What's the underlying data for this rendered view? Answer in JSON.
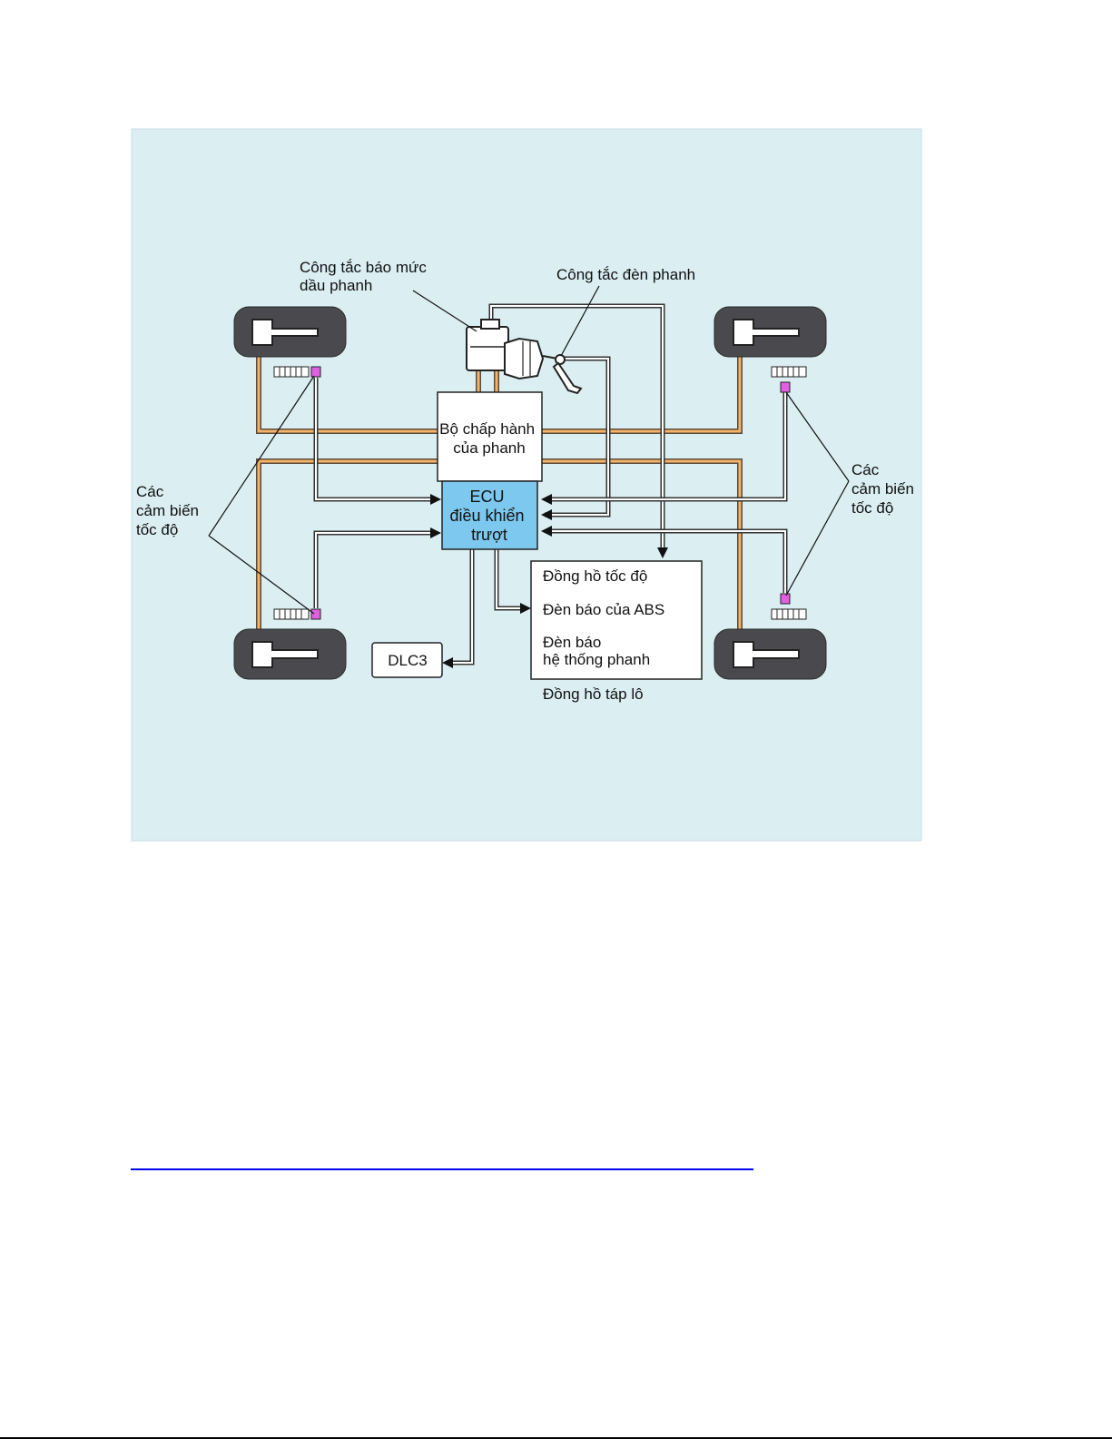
{
  "diagram": {
    "colors": {
      "background": "#dbeef2",
      "ecu": "#7cc8ee",
      "brake_line": "#f2b36b",
      "sensor": "#e060e0",
      "tire": "#4a4a4e"
    },
    "labels": {
      "fluid_level_switch": [
        "Công tắc báo mức",
        "dầu phanh"
      ],
      "stop_light_switch": "Công tắc đèn phanh",
      "actuator": [
        "Bộ chấp hành",
        "của phanh"
      ],
      "ecu": [
        "ECU",
        "điều khiển",
        "trượt"
      ],
      "speed_sensors_left": [
        "Các",
        "cảm biến",
        "tốc độ"
      ],
      "speed_sensors_right": [
        "Các",
        "cảm biến",
        "tốc độ"
      ],
      "dlc": "DLC3",
      "meter_items": [
        "Đồng hồ tốc độ",
        "Đèn báo của ABS"
      ],
      "brake_warning": [
        "Đèn báo",
        "hệ thống phanh"
      ],
      "combination_meter": "Đồng hồ táp lô"
    },
    "icons": {
      "wheel": "wheel-icon",
      "sensor": "speed-sensor-icon",
      "master_cylinder": "master-cylinder-icon",
      "pedal": "brake-pedal-icon"
    }
  }
}
